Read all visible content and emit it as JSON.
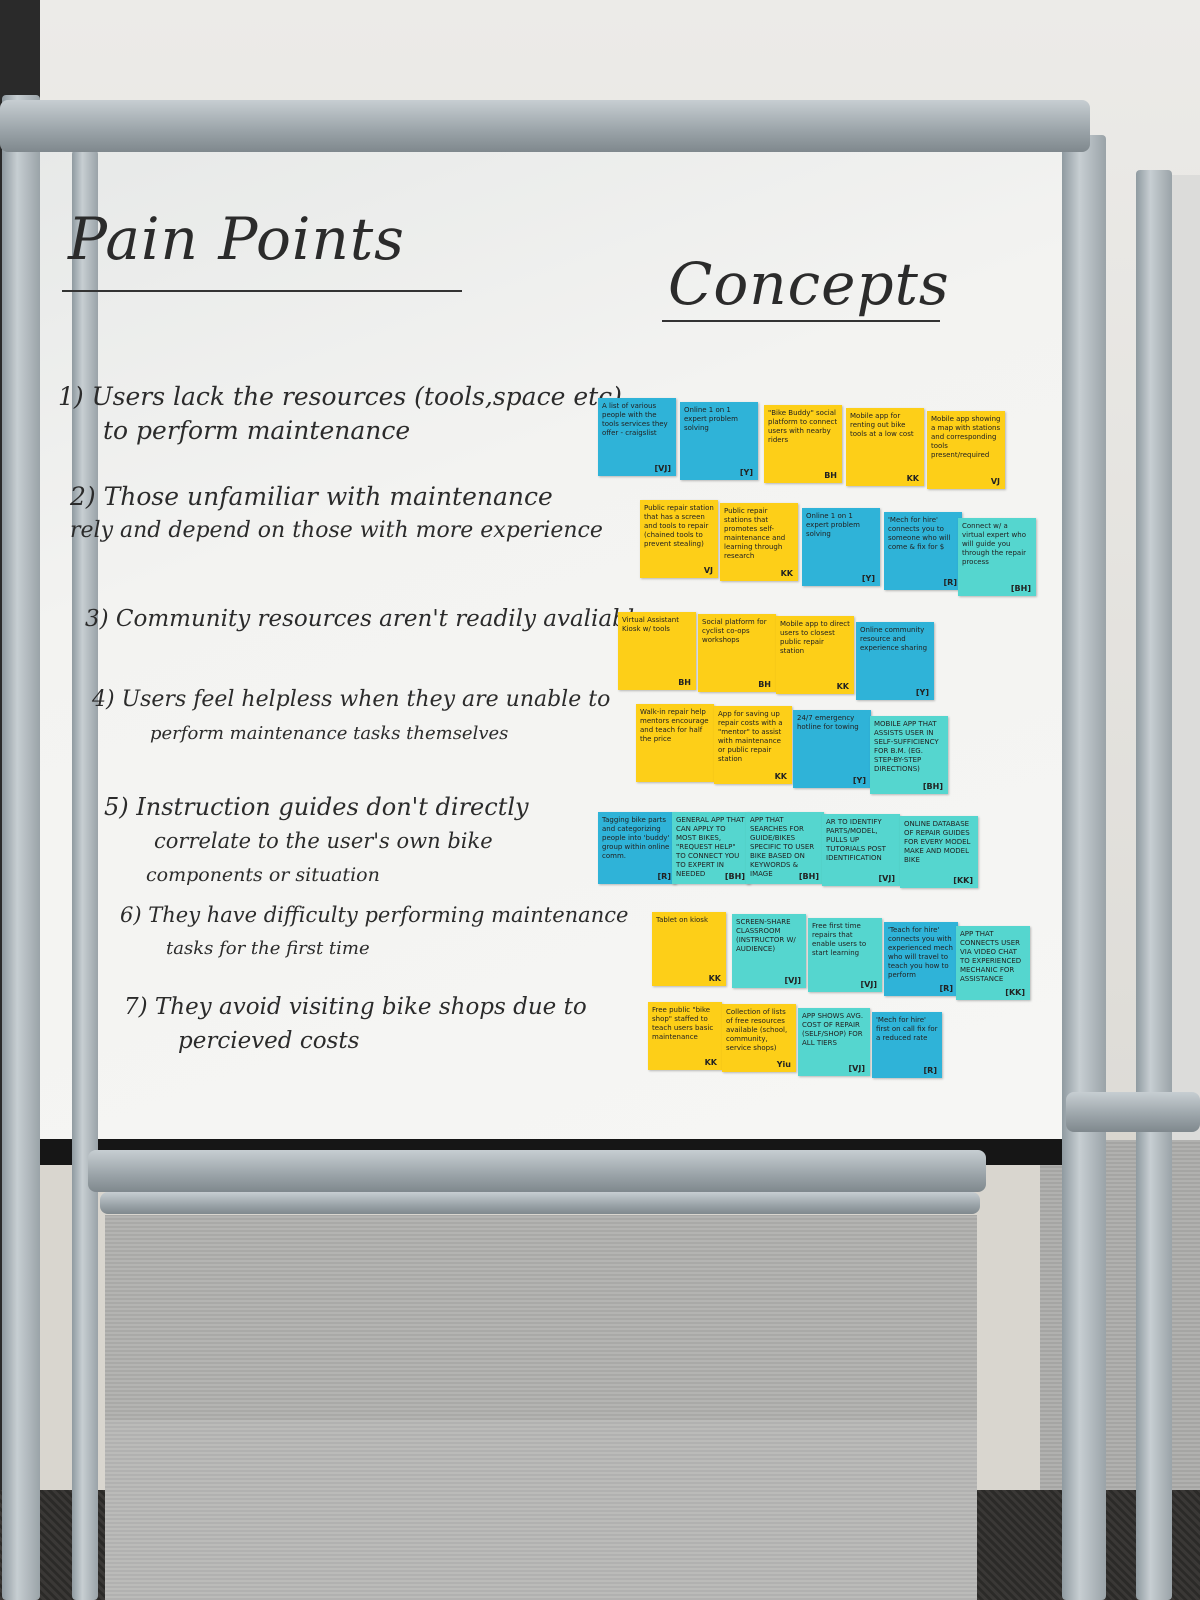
{
  "board": {
    "heading_left": "Pain Points",
    "heading_right": "Concepts",
    "colors": {
      "yellow": "#fdcf18",
      "blue": "#2fb3d8",
      "teal": "#55d6cf"
    }
  },
  "pain_points": [
    {
      "line1": "1) Users lack the resources (tools,space etc)",
      "line2": "to perform maintenance"
    },
    {
      "line1": "2) Those unfamiliar with maintenance",
      "line2": "rely and depend on those with more experience"
    },
    {
      "line1": "3) Community resources aren't readily avaliable",
      "line2": ""
    },
    {
      "line1": "4) Users feel helpless when they are unable to",
      "line2": "perform maintenance tasks themselves"
    },
    {
      "line1": "5) Instruction guides don't directly",
      "line2": "correlate to the user's own bike",
      "line3": "components or situation"
    },
    {
      "line1": "6) They have difficulty performing maintenance",
      "line2": "tasks for the first time"
    },
    {
      "line1": "7) They avoid visiting bike shops due to",
      "line2": "percieved costs"
    }
  ],
  "notes": [
    {
      "text": "A list of various people with the tools services they offer - craigslist",
      "initials": "[VJ]",
      "color": "blue"
    },
    {
      "text": "Online 1 on 1 expert problem solving",
      "initials": "[Y]",
      "color": "blue"
    },
    {
      "text": "\"Bike Buddy\" social platform to connect users with nearby riders",
      "initials": "BH",
      "color": "yellow"
    },
    {
      "text": "Mobile app for renting out bike tools at a low cost",
      "initials": "KK",
      "color": "yellow"
    },
    {
      "text": "Mobile app showing a map with stations and corresponding tools present/required",
      "initials": "VJ",
      "color": "yellow"
    },
    {
      "text": "Public repair station that has a screen and tools to repair (chained tools to prevent stealing)",
      "initials": "VJ",
      "color": "yellow"
    },
    {
      "text": "Public repair stations that promotes self-maintenance and learning through research",
      "initials": "KK",
      "color": "yellow"
    },
    {
      "text": "Online 1 on 1 expert problem solving",
      "initials": "[Y]",
      "color": "blue"
    },
    {
      "text": "'Mech for hire' connects you to someone who will come & fix for $",
      "initials": "[R]",
      "color": "blue"
    },
    {
      "text": "Connect w/ a virtual expert who will guide you through the repair process",
      "initials": "[BH]",
      "color": "teal"
    },
    {
      "text": "Virtual Assistant Kiosk w/ tools",
      "initials": "BH",
      "color": "yellow"
    },
    {
      "text": "Social platform for cyclist co-ops workshops",
      "initials": "BH",
      "color": "yellow"
    },
    {
      "text": "Mobile app to direct users to closest public repair station",
      "initials": "KK",
      "color": "yellow"
    },
    {
      "text": "Online community resource and experience sharing",
      "initials": "[Y]",
      "color": "blue"
    },
    {
      "text": "Walk-in repair help mentors encourage and teach for half the price",
      "initials": "",
      "color": "yellow"
    },
    {
      "text": "App for saving up repair costs with a \"mentor\" to assist with maintenance or public repair station",
      "initials": "KK",
      "color": "yellow"
    },
    {
      "text": "24/7 emergency hotline for towing",
      "initials": "[Y]",
      "color": "blue"
    },
    {
      "text": "MOBILE APP THAT ASSISTS USER IN SELF-SUFFICIENCY FOR B.M. (EG. STEP-BY-STEP DIRECTIONS)",
      "initials": "[BH]",
      "color": "teal"
    },
    {
      "text": "Tagging bike parts and categorizing people into 'buddy' group within online comm.",
      "initials": "[R]",
      "color": "blue"
    },
    {
      "text": "GENERAL APP THAT CAN APPLY TO MOST BIKES, \"REQUEST HELP\" TO CONNECT YOU TO EXPERT IN NEEDED",
      "initials": "[BH]",
      "color": "teal"
    },
    {
      "text": "APP THAT SEARCHES FOR GUIDE/BIKES SPECIFIC TO USER BIKE BASED ON KEYWORDS & IMAGE",
      "initials": "[BH]",
      "color": "teal"
    },
    {
      "text": "AR TO IDENTIFY PARTS/MODEL, PULLS UP TUTORIALS POST IDENTIFICATION",
      "initials": "[VJ]",
      "color": "teal"
    },
    {
      "text": "ONLINE DATABASE OF REPAIR GUIDES FOR EVERY MODEL MAKE AND MODEL BIKE",
      "initials": "[KK]",
      "color": "teal"
    },
    {
      "text": "Tablet on kiosk",
      "initials": "KK",
      "color": "yellow"
    },
    {
      "text": "SCREEN-SHARE CLASSROOM (INSTRUCTOR W/ AUDIENCE)",
      "initials": "[VJ]",
      "color": "teal"
    },
    {
      "text": "Free first time repairs that enable users to start learning",
      "initials": "[VJ]",
      "color": "teal"
    },
    {
      "text": "'Teach for hire' connects you with experienced mech who will travel to teach you how to perform",
      "initials": "[R]",
      "color": "blue"
    },
    {
      "text": "APP THAT CONNECTS USER VIA VIDEO CHAT TO EXPERIENCED MECHANIC FOR ASSISTANCE",
      "initials": "[KK]",
      "color": "teal"
    },
    {
      "text": "Free public \"bike shop\" staffed to teach users basic maintenance",
      "initials": "KK",
      "color": "yellow"
    },
    {
      "text": "Collection of lists of free resources available (school, community, service shops)",
      "initials": "Yiu",
      "color": "yellow"
    },
    {
      "text": "APP SHOWS AVG. COST OF REPAIR (SELF/SHOP) FOR ALL TIERS",
      "initials": "[VJ]",
      "color": "teal"
    },
    {
      "text": "'Mech for hire' first on call fix for a reduced rate",
      "initials": "[R]",
      "color": "blue"
    }
  ]
}
